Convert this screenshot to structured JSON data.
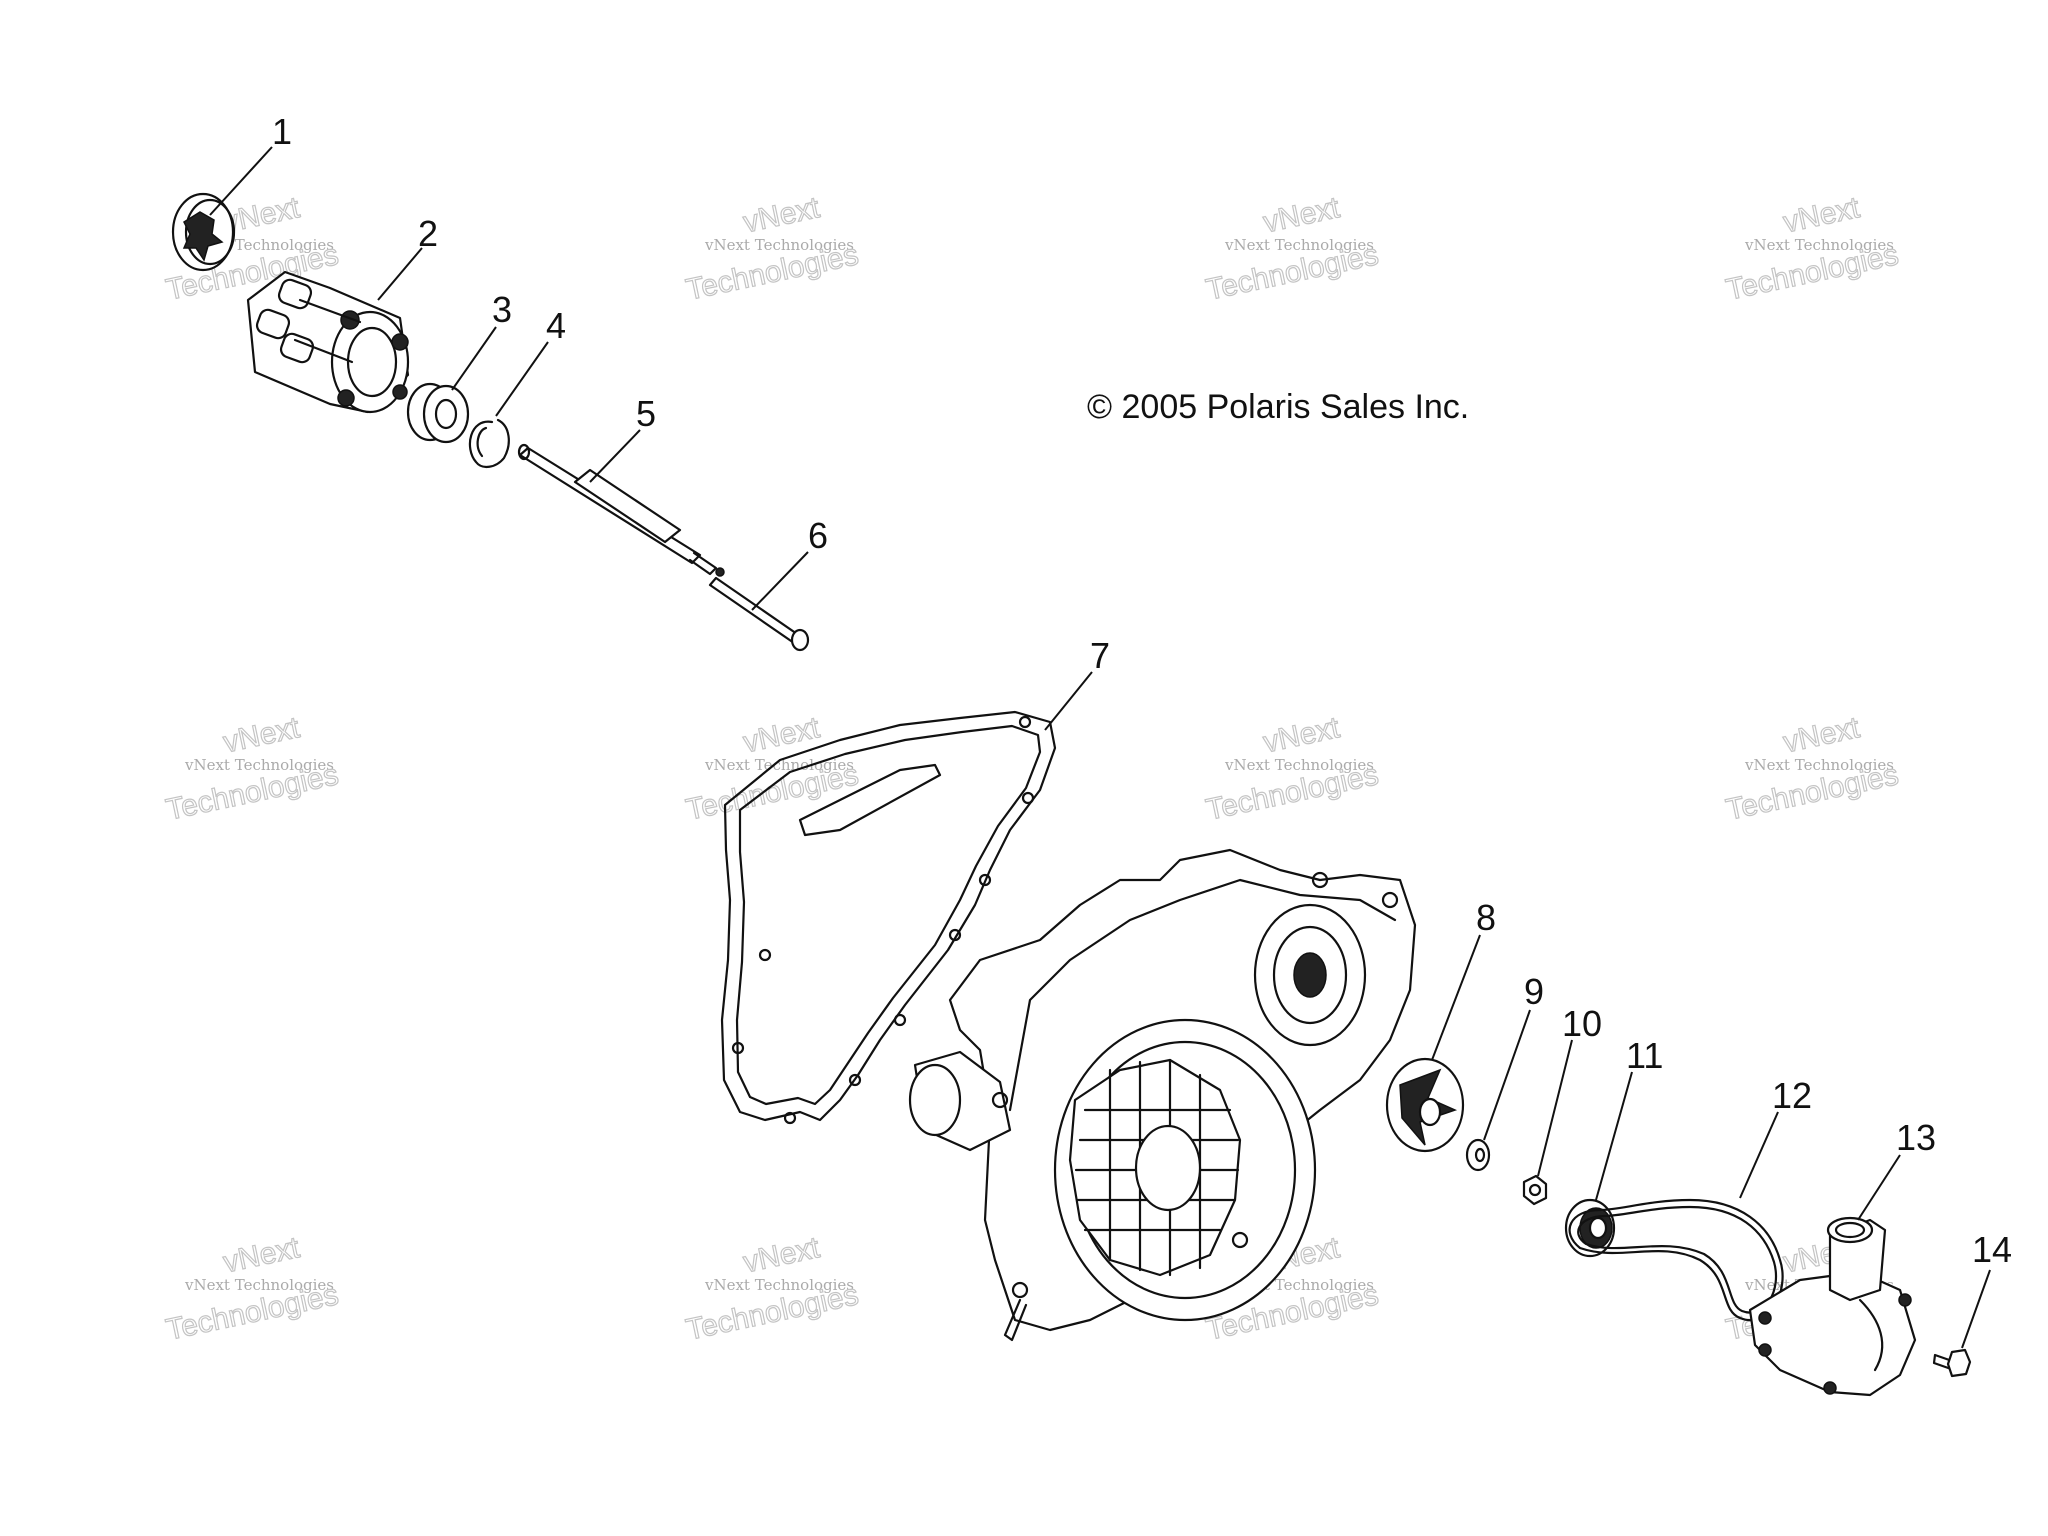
{
  "copyright": "© 2005 Polaris Sales Inc.",
  "watermark": {
    "small": "vNext Technologies",
    "big": "Technologies",
    "top": "vNext"
  },
  "callouts": [
    {
      "id": "1",
      "label": "1"
    },
    {
      "id": "2",
      "label": "2"
    },
    {
      "id": "3",
      "label": "3"
    },
    {
      "id": "4",
      "label": "4"
    },
    {
      "id": "5",
      "label": "5"
    },
    {
      "id": "6",
      "label": "6"
    },
    {
      "id": "7",
      "label": "7"
    },
    {
      "id": "8",
      "label": "8"
    },
    {
      "id": "9",
      "label": "9"
    },
    {
      "id": "10",
      "label": "10"
    },
    {
      "id": "11",
      "label": "11"
    },
    {
      "id": "12",
      "label": "12"
    },
    {
      "id": "13",
      "label": "13"
    },
    {
      "id": "14",
      "label": "14"
    }
  ]
}
